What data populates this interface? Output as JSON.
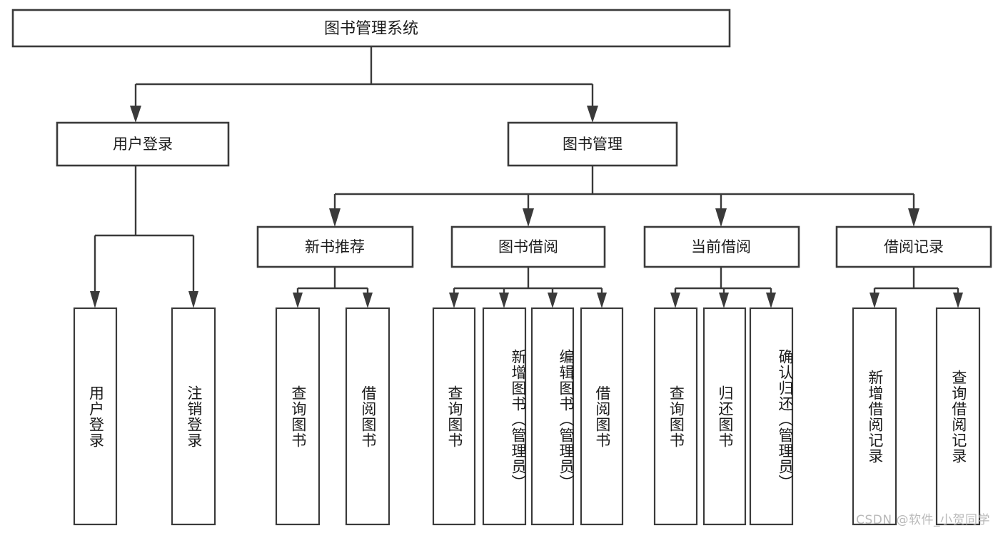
{
  "diagram": {
    "type": "tree-hierarchy-chart",
    "title": "图书管理系统",
    "orientation": "top-down",
    "colors": {
      "background": "#ffffff",
      "box_stroke": "#3a3a3a",
      "box_fill": "#ffffff",
      "text": "#1b1b1b",
      "watermark": "#b9b9b9"
    },
    "root": {
      "label": "图书管理系统"
    },
    "level1": [
      {
        "label": "用户登录"
      },
      {
        "label": "图书管理"
      }
    ],
    "level2": [
      {
        "label": "新书推荐"
      },
      {
        "label": "图书借阅"
      },
      {
        "label": "当前借阅"
      },
      {
        "label": "借阅记录"
      }
    ],
    "leaves": [
      {
        "label": "用户登录",
        "parent": "用户登录"
      },
      {
        "label": "注销登录",
        "parent": "用户登录"
      },
      {
        "label": "查询图书",
        "parent": "新书推荐"
      },
      {
        "label": "借阅图书",
        "parent": "新书推荐"
      },
      {
        "label": "查询图书",
        "parent": "图书借阅"
      },
      {
        "label": "新增图书（管理员）",
        "parent": "图书借阅"
      },
      {
        "label": "编辑图书（管理员）",
        "parent": "图书借阅"
      },
      {
        "label": "借阅图书",
        "parent": "图书借阅"
      },
      {
        "label": "查询图书",
        "parent": "当前借阅"
      },
      {
        "label": "归还图书",
        "parent": "当前借阅"
      },
      {
        "label": "确认归还（管理员）",
        "parent": "当前借阅"
      },
      {
        "label": "新增借阅记录",
        "parent": "借阅记录"
      },
      {
        "label": "查询借阅记录",
        "parent": "借阅记录"
      }
    ],
    "watermark": "CSDN @软件_小贺同学"
  }
}
